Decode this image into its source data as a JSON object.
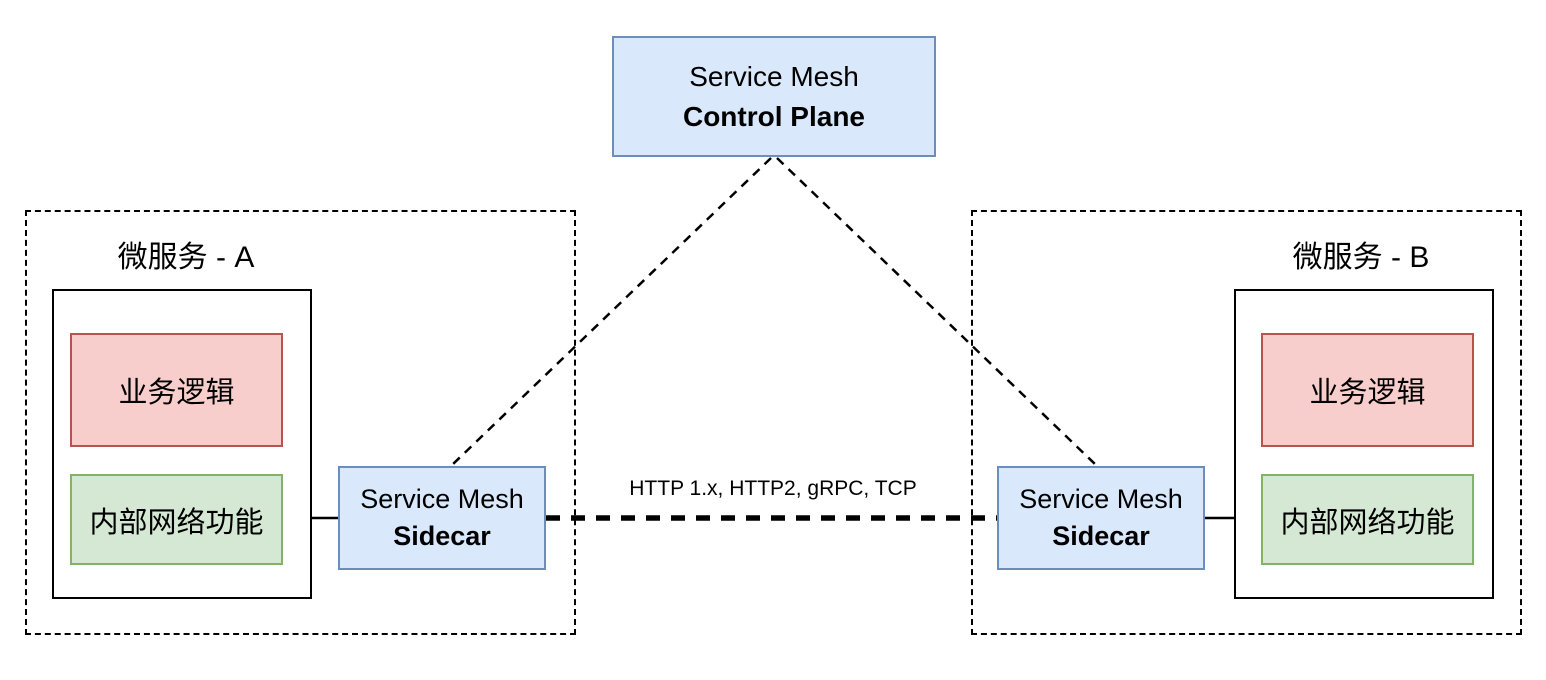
{
  "colors": {
    "blue_fill": "#dae8fc",
    "blue_border": "#6c8ebf",
    "red_fill": "#f8cecc",
    "red_border": "#b85450",
    "green_fill": "#d5e8d4",
    "green_border": "#82b366",
    "line_color": "#000000"
  },
  "control_plane": {
    "title_line1": "Service Mesh",
    "title_line2": "Control Plane"
  },
  "connection": {
    "label": "HTTP 1.x, HTTP2, gRPC, TCP"
  },
  "microservice_a": {
    "title": "微服务 - A",
    "business_logic_label": "业务逻辑",
    "internal_network_label": "内部网络功能",
    "sidecar": {
      "title_line1": "Service Mesh",
      "title_line2": "Sidecar"
    }
  },
  "microservice_b": {
    "title": "微服务 - B",
    "business_logic_label": "业务逻辑",
    "internal_network_label": "内部网络功能",
    "sidecar": {
      "title_line1": "Service Mesh",
      "title_line2": "Sidecar"
    }
  }
}
